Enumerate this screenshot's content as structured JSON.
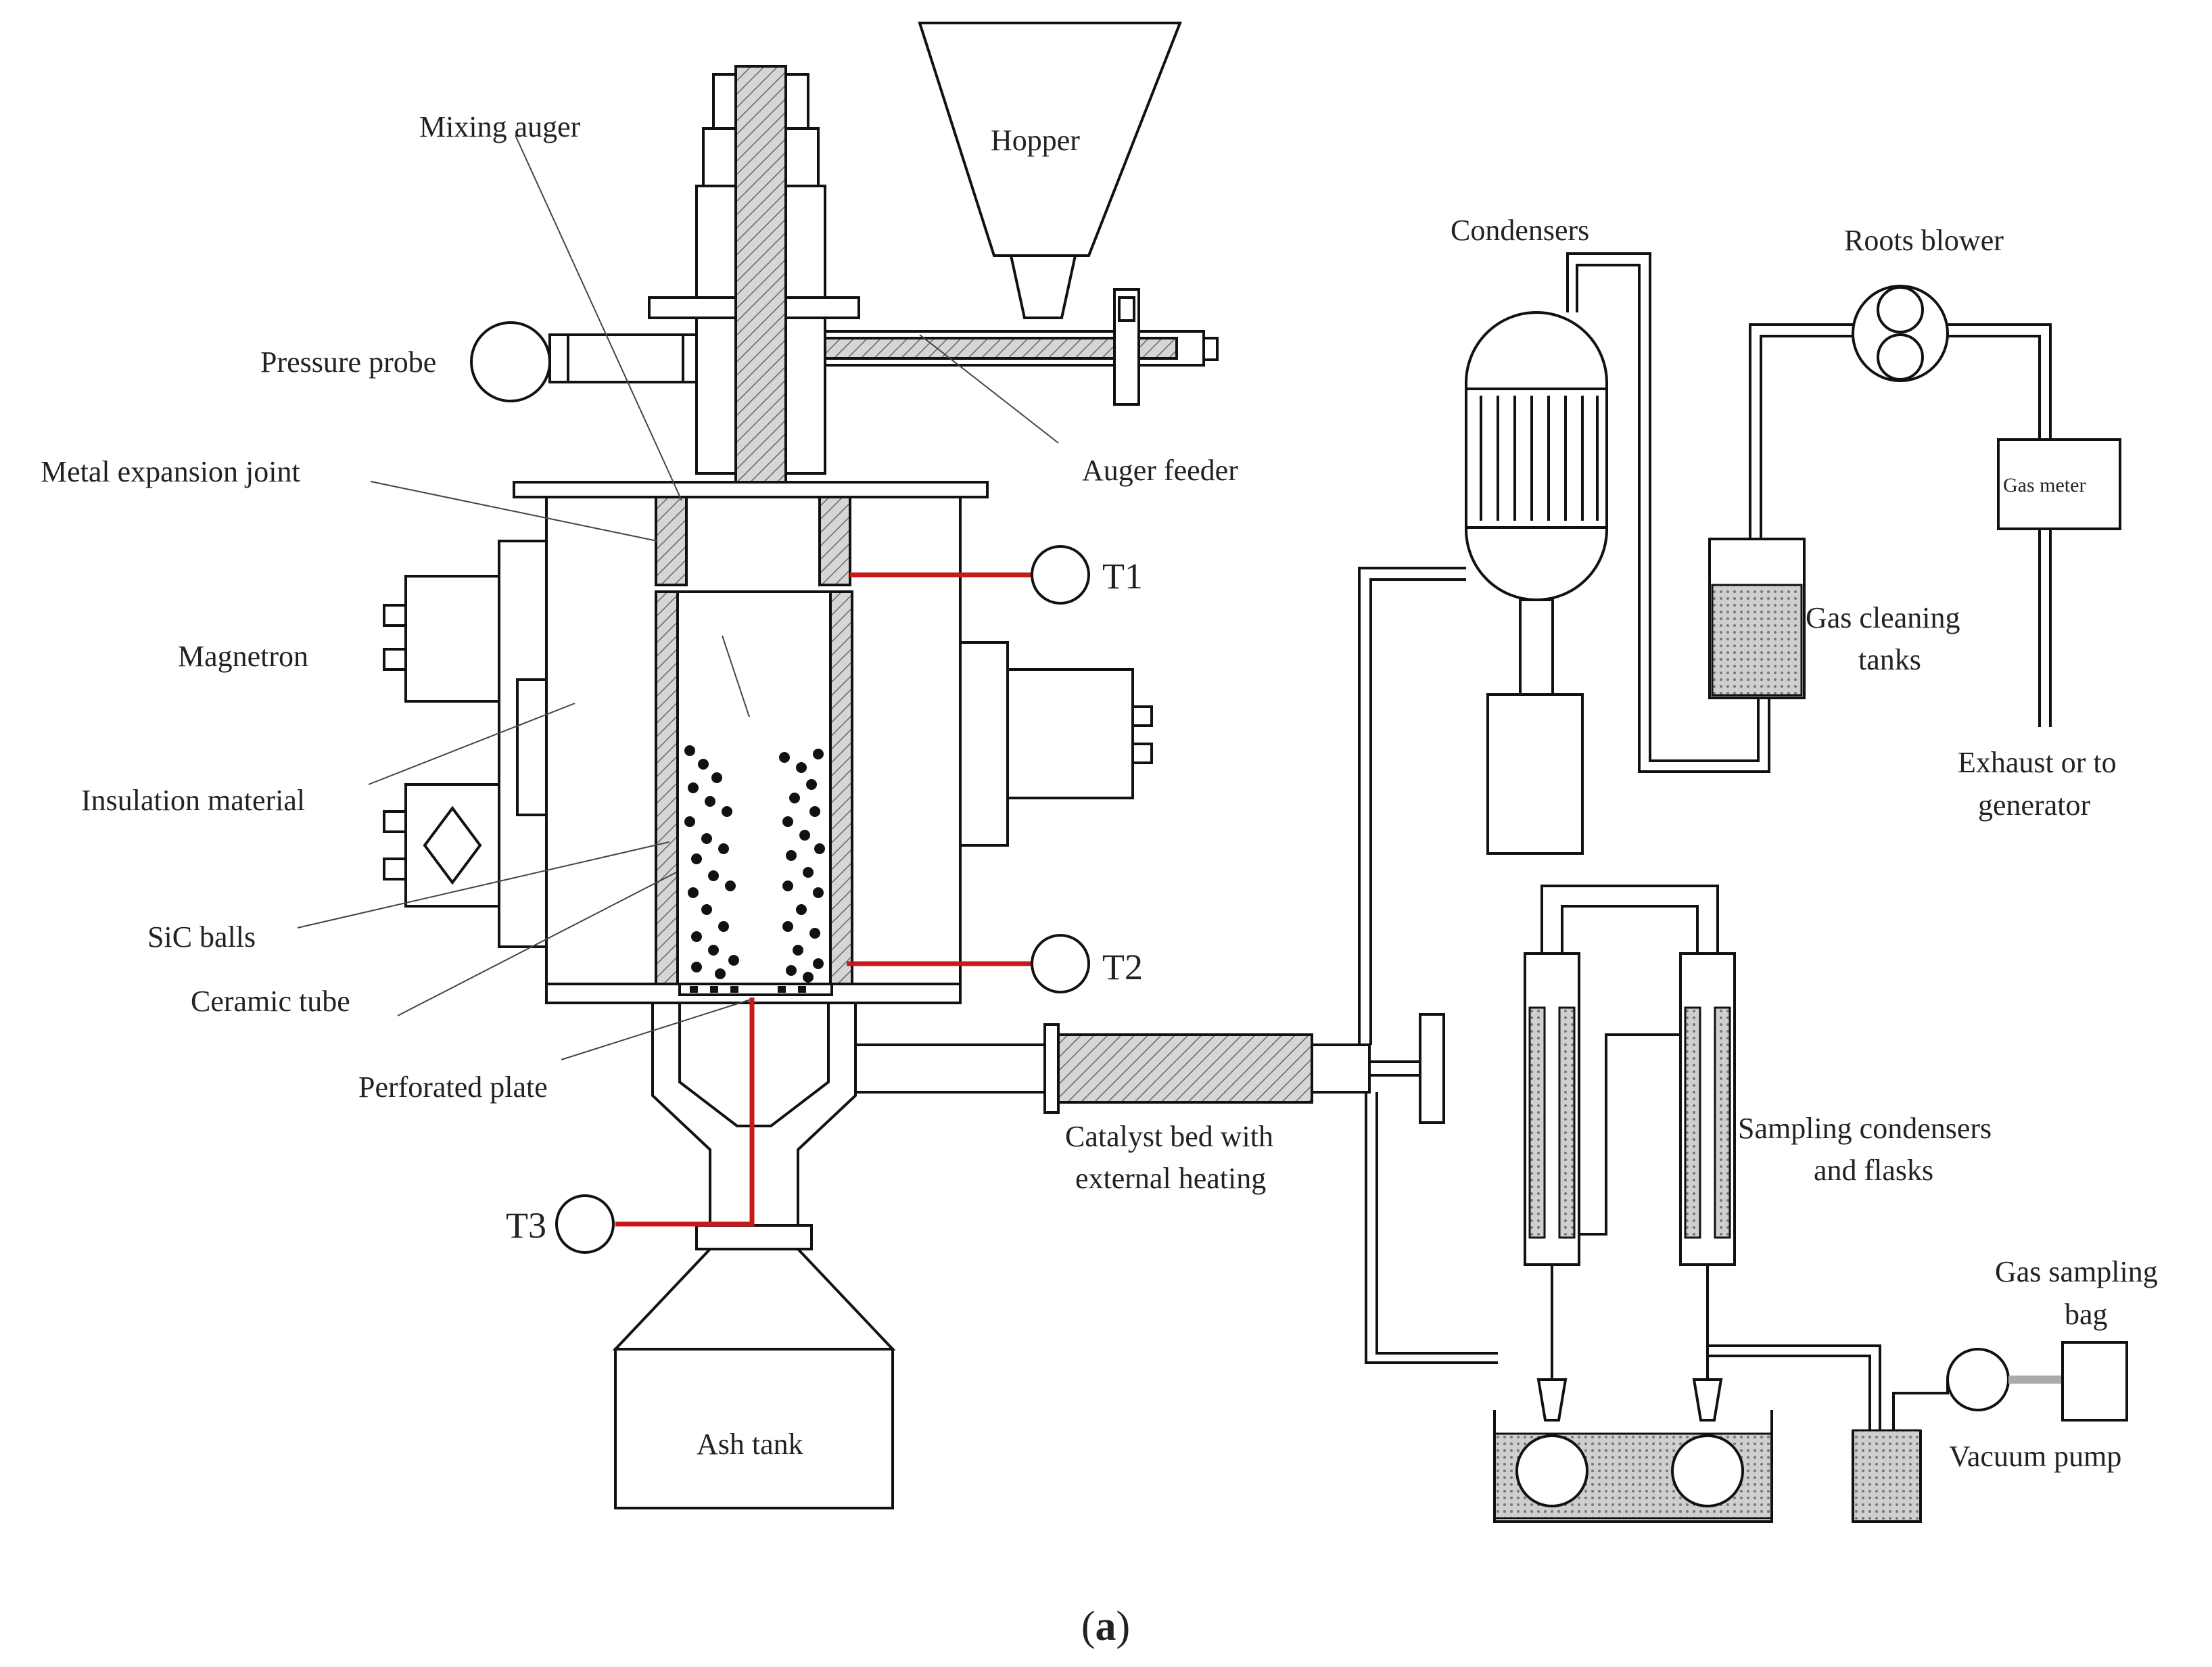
{
  "labels": {
    "mixing_auger": "Mixing auger",
    "hopper": "Hopper",
    "pressure_probe": "Pressure probe",
    "auger_feeder": "Auger feeder",
    "metal_expansion_joint": "Metal expansion joint",
    "magnetron": "Magnetron",
    "insulation_material": "Insulation material",
    "sic_balls": "SiC balls",
    "ceramic_tube": "Ceramic tube",
    "perforated_plate": "Perforated plate",
    "ash_tank": "Ash tank",
    "t1": "T1",
    "t2": "T2",
    "t3": "T3",
    "condensers": "Condensers",
    "roots_blower": "Roots blower",
    "gas_meter": "Gas meter",
    "gas_cleaning_line1": "Gas cleaning",
    "gas_cleaning_line2": "tanks",
    "exhaust_line1": "Exhaust or to",
    "exhaust_line2": "generator",
    "catalyst_line1": "Catalyst bed with",
    "catalyst_line2": "external heating",
    "sampling_line1": "Sampling condensers",
    "sampling_line2": "and flasks",
    "gas_bag_line1": "Gas sampling",
    "gas_bag_line2": "bag",
    "vacuum_pump": "Vacuum pump"
  },
  "caption": {
    "open": "(",
    "letter": "a",
    "close": ")"
  },
  "colors": {
    "thermocouple": "#c8181a",
    "line": "#111111"
  }
}
